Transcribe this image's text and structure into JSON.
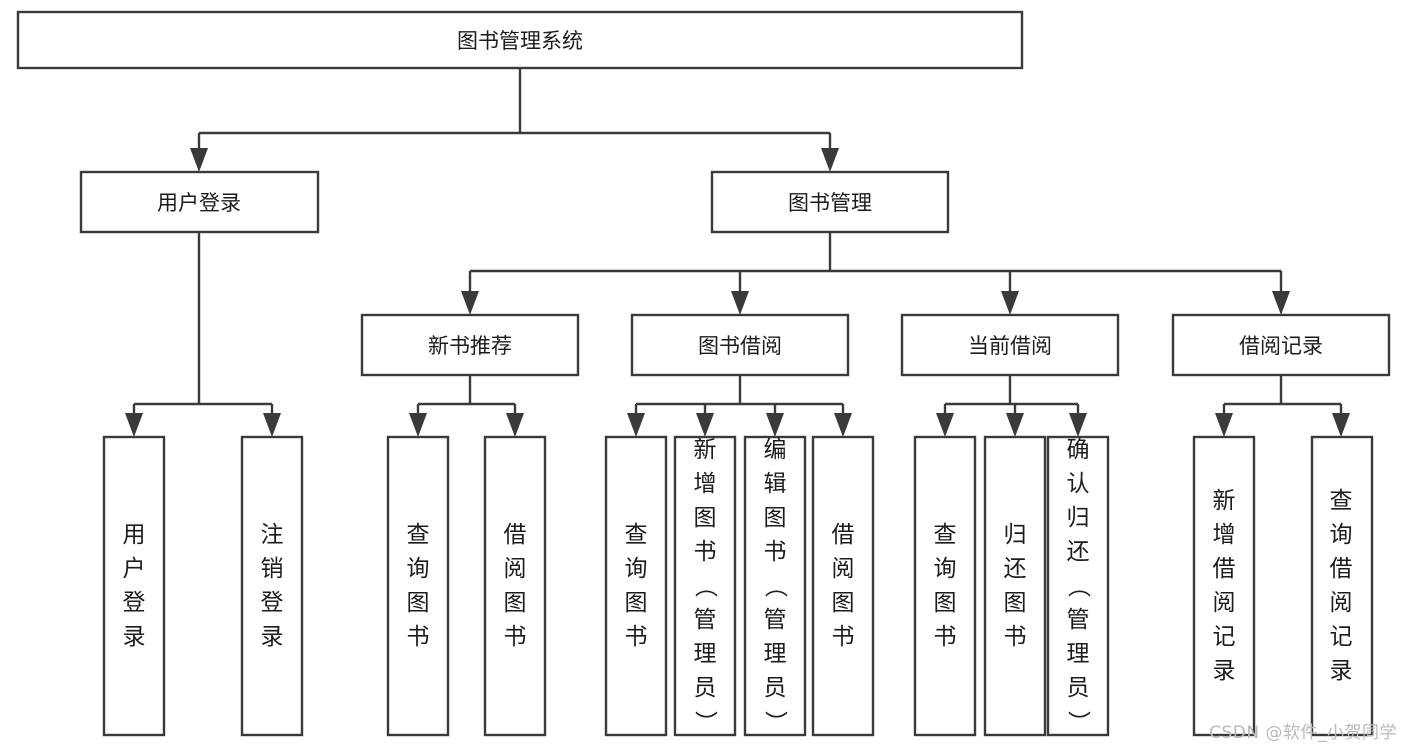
{
  "diagram": {
    "type": "hierarchy-tree",
    "title": "图书管理系统",
    "watermark": "CSDN @软件_小贺同学",
    "colors": {
      "stroke": "#3a3a3a",
      "fill": "#ffffff",
      "text": "#1c1c1c",
      "watermark": "#b9b9b9",
      "background": "#ffffff"
    },
    "root": {
      "label": "图书管理系统",
      "orientation": "horizontal"
    },
    "level2": [
      {
        "label": "用户登录",
        "orientation": "horizontal"
      },
      {
        "label": "图书管理",
        "orientation": "horizontal"
      }
    ],
    "level3": [
      {
        "label": "新书推荐",
        "orientation": "horizontal"
      },
      {
        "label": "图书借阅",
        "orientation": "horizontal"
      },
      {
        "label": "当前借阅",
        "orientation": "horizontal"
      },
      {
        "label": "借阅记录",
        "orientation": "horizontal"
      }
    ],
    "leaves": {
      "user_login": [
        {
          "label": "用户登录",
          "orientation": "vertical"
        },
        {
          "label": "注销登录",
          "orientation": "vertical"
        }
      ],
      "new_book_recommend": [
        {
          "label": "查询图书",
          "orientation": "vertical"
        },
        {
          "label": "借阅图书",
          "orientation": "vertical"
        }
      ],
      "book_borrow": [
        {
          "label": "查询图书",
          "orientation": "vertical"
        },
        {
          "label": "新增图书（管理员）",
          "orientation": "vertical"
        },
        {
          "label": "编辑图书（管理员）",
          "orientation": "vertical"
        },
        {
          "label": "借阅图书",
          "orientation": "vertical"
        }
      ],
      "current_borrow": [
        {
          "label": "查询图书",
          "orientation": "vertical"
        },
        {
          "label": "归还图书",
          "orientation": "vertical"
        },
        {
          "label": "确认归还（管理员）",
          "orientation": "vertical"
        }
      ],
      "borrow_record": [
        {
          "label": "新增借阅记录",
          "orientation": "vertical"
        },
        {
          "label": "查询借阅记录",
          "orientation": "vertical"
        }
      ]
    },
    "edges": [
      {
        "from": "图书管理系统",
        "to": "用户登录"
      },
      {
        "from": "图书管理系统",
        "to": "图书管理"
      },
      {
        "from": "图书管理",
        "to": "新书推荐"
      },
      {
        "from": "图书管理",
        "to": "图书借阅"
      },
      {
        "from": "图书管理",
        "to": "当前借阅"
      },
      {
        "from": "图书管理",
        "to": "借阅记录"
      },
      {
        "from": "用户登录",
        "to": "用户登录"
      },
      {
        "from": "用户登录",
        "to": "注销登录"
      },
      {
        "from": "新书推荐",
        "to": "查询图书"
      },
      {
        "from": "新书推荐",
        "to": "借阅图书"
      },
      {
        "from": "图书借阅",
        "to": "查询图书"
      },
      {
        "from": "图书借阅",
        "to": "新增图书（管理员）"
      },
      {
        "from": "图书借阅",
        "to": "编辑图书（管理员）"
      },
      {
        "from": "图书借阅",
        "to": "借阅图书"
      },
      {
        "from": "当前借阅",
        "to": "查询图书"
      },
      {
        "from": "当前借阅",
        "to": "归还图书"
      },
      {
        "from": "当前借阅",
        "to": "确认归还（管理员）"
      },
      {
        "from": "借阅记录",
        "to": "新增借阅记录"
      },
      {
        "from": "借阅记录",
        "to": "查询借阅记录"
      }
    ]
  }
}
